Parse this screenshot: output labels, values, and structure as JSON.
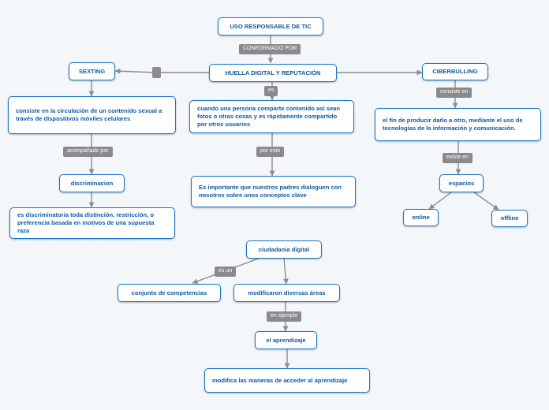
{
  "colors": {
    "node_border": "#1976c8",
    "node_text": "#0d5aa3",
    "connector": "#8c8d8e",
    "label_background": "#898a8b",
    "background": "#f4f7fa"
  },
  "nodes": {
    "root": "USO RESPONSABLE DE TIC",
    "sexting": "SEXTING",
    "huella": "HUELLA DIGITAL Y REPUTACIÓN",
    "ciberbulling": "CIBERBULLING",
    "sexting_def": "consiste en la circulación de un contenido sexual a través de dispositivos móviles celulares",
    "huella_def": "cuando una persona comparte contenido así sean fotos o otras cosas  y es rápidamente compartido por otros usuarios",
    "ciber_def": "el fin de producir daño a otro, mediante el uso de tecnologías de la información y comunicación.",
    "discriminacion": "discriminacion",
    "discriminacion_def": "es discriminatoria toda distinción, restricción, o preferencia basada en motivos de una supuesta raza",
    "padres": "Es importante que nuestros padres dialoguen con nosotros sobre unos conceptos clave",
    "espacios": "espacios",
    "online": "online",
    "offline": "offline",
    "ciudadania": "ciudadania digital",
    "competencias": "conjunto de competencias",
    "modificaron": "modificaron diversas áreas",
    "aprendizaje": "el aprendizaje",
    "modifica": "modifica las maneras de acceder al aprendizaje"
  },
  "labels": {
    "conformado": "CONFORMADO POR",
    "es": "es",
    "consiste": "consiste en",
    "acompanado": "acompañado por",
    "por_esto": "por esto",
    "existe": "existe en",
    "es_un": "es un",
    "ejemplo": "en ejemplo"
  }
}
